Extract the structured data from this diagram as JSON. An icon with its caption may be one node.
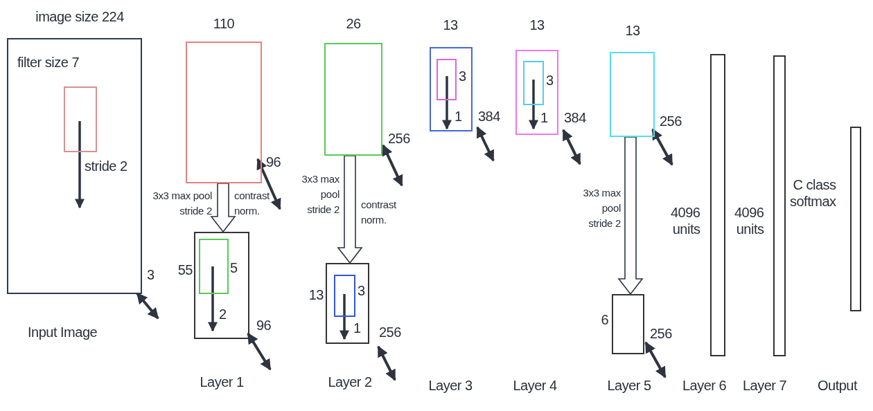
{
  "diagram": {
    "nodes": [
      {
        "text": [
          "image size 224"
        ],
        "beside": [
          "3",
          "Input Image"
        ]
      },
      {
        "text": [
          "filter size 7"
        ],
        "beside": [
          "stride 2"
        ],
        "in": 0
      },
      {
        "text": [
          "110"
        ],
        "beside": [
          "96"
        ]
      },
      {
        "text": [
          "55"
        ],
        "beside": [
          "96",
          "Layer 1"
        ]
      },
      {
        "text": [
          "5"
        ],
        "beside": [
          "2"
        ],
        "in": 3
      },
      {
        "text": [
          "26"
        ],
        "beside": [
          "256"
        ]
      },
      {
        "text": [
          "13"
        ],
        "beside": [
          "256",
          "Layer 2"
        ]
      },
      {
        "text": [
          "3"
        ],
        "beside": [
          "1"
        ],
        "in": 6
      },
      {
        "text": [
          "13"
        ],
        "beside": [
          "384"
        ]
      },
      {
        "text": [
          "3"
        ],
        "beside": [
          "1"
        ],
        "in": 8
      },
      {
        "text": [
          "13"
        ],
        "beside": [
          "384"
        ]
      },
      {
        "text": [
          "3"
        ],
        "beside": [
          "1"
        ],
        "in": 10
      },
      {
        "text": [
          "13"
        ],
        "beside": [
          "256"
        ]
      },
      {
        "text": [
          "6"
        ],
        "beside": [
          "256",
          "Layer 5"
        ]
      },
      {
        "text": [
          "4096 units"
        ],
        "beside": [
          "Layer 6"
        ]
      },
      {
        "text": [
          "4096 units"
        ],
        "beside": [
          "Layer 7"
        ]
      },
      {
        "text": [
          "C class softmax"
        ]
      }
    ],
    "edges": [
      {
        "from": 2,
        "to": 3,
        "arrow": "to",
        "label": "3x3 max pool stride 2"
      },
      {
        "from": 5,
        "to": 6,
        "arrow": "to",
        "label": "3x3 max pool stride 2"
      },
      {
        "from": 12,
        "to": 13,
        "arrow": "to",
        "label": "3x3 max pool stride 2"
      }
    ],
    "labels": [
      "contrast norm.",
      "contrast norm.",
      "Layer 3",
      "Layer 4",
      "Output"
    ]
  }
}
